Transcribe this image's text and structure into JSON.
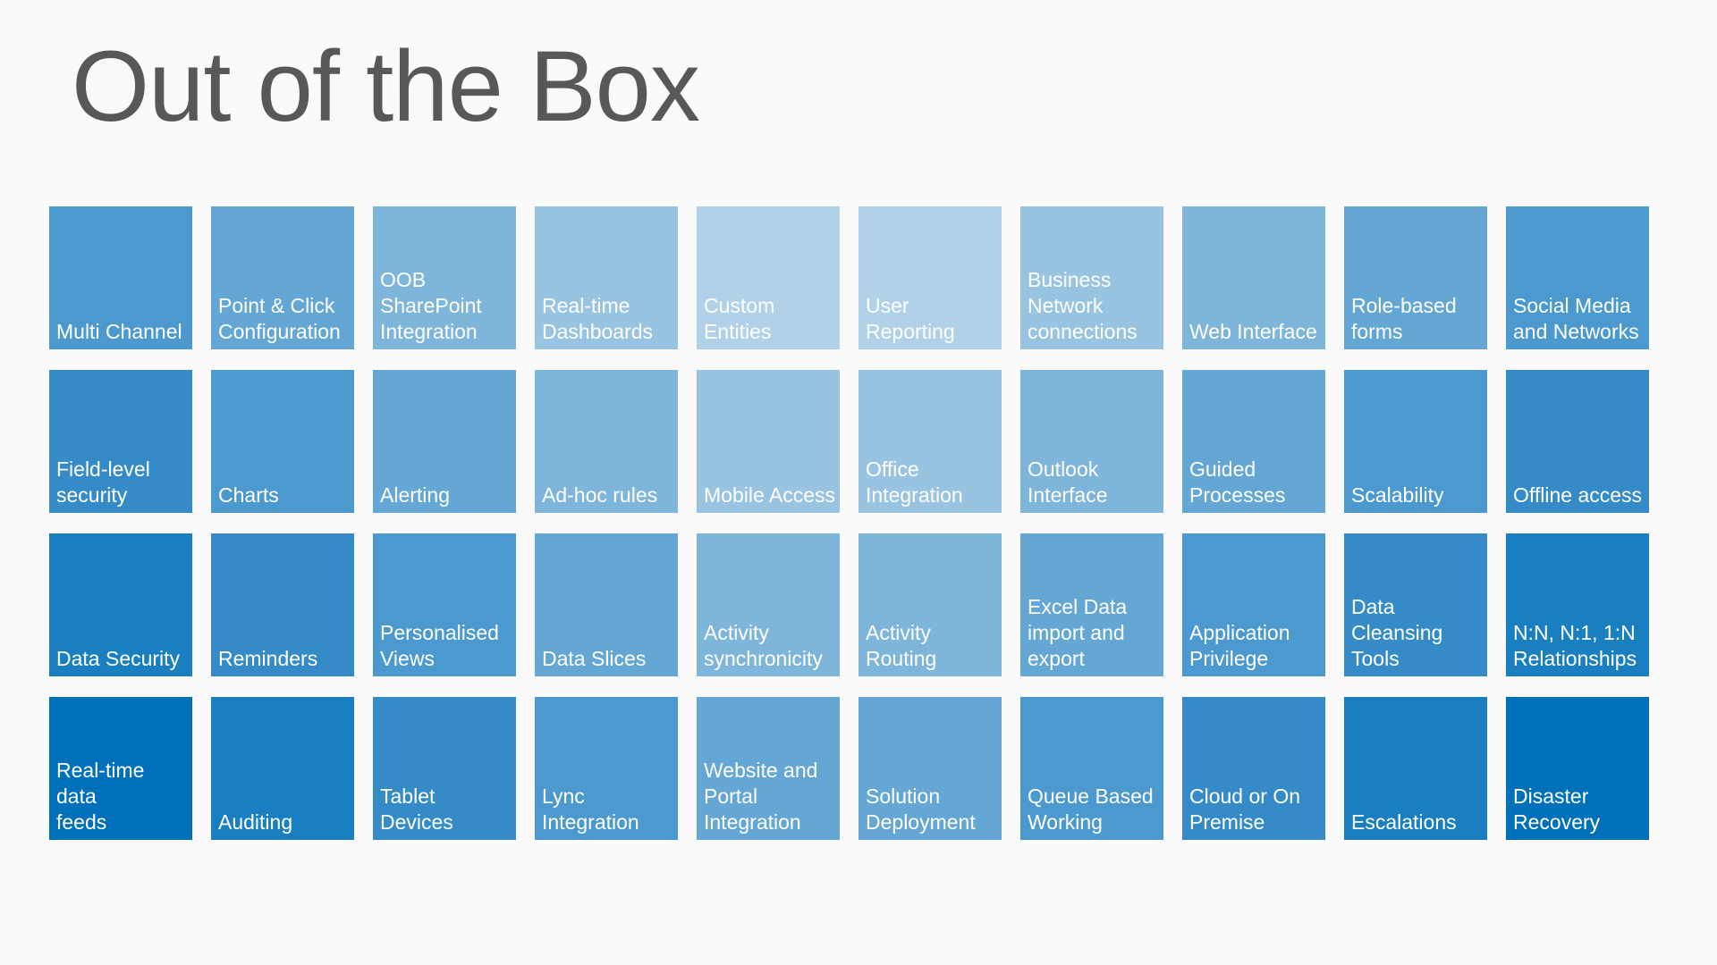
{
  "title": "Out of the Box",
  "palette": [
    "#0070bb",
    "#1a7fc1",
    "#348bc8",
    "#4b99ce",
    "#65a7d4",
    "#7eb5da",
    "#98c4e2",
    "#b0d1e8"
  ],
  "rows": [
    [
      {
        "label": "Multi Channel",
        "shade": 3
      },
      {
        "label": "Point & Click\nConfiguration",
        "shade": 4
      },
      {
        "label": "OOB\nSharePoint\nIntegration",
        "shade": 5
      },
      {
        "label": "Real-time\nDashboards",
        "shade": 6
      },
      {
        "label": "Custom\nEntities",
        "shade": 7
      },
      {
        "label": "User\nReporting",
        "shade": 7
      },
      {
        "label": "Business\nNetwork\nconnections",
        "shade": 6
      },
      {
        "label": "Web Interface",
        "shade": 5
      },
      {
        "label": "Role-based\nforms",
        "shade": 4
      },
      {
        "label": "Social Media\nand Networks",
        "shade": 3
      }
    ],
    [
      {
        "label": "Field-level\nsecurity",
        "shade": 2
      },
      {
        "label": "Charts",
        "shade": 3
      },
      {
        "label": "Alerting",
        "shade": 4
      },
      {
        "label": "Ad-hoc rules",
        "shade": 5
      },
      {
        "label": "Mobile Access",
        "shade": 6
      },
      {
        "label": "Office\nIntegration",
        "shade": 6
      },
      {
        "label": "Outlook\nInterface",
        "shade": 5
      },
      {
        "label": "Guided\nProcesses",
        "shade": 4
      },
      {
        "label": "Scalability",
        "shade": 3
      },
      {
        "label": "Offline access",
        "shade": 2
      }
    ],
    [
      {
        "label": "Data Security",
        "shade": 1
      },
      {
        "label": "Reminders",
        "shade": 2
      },
      {
        "label": "Personalised\nViews",
        "shade": 3
      },
      {
        "label": "Data Slices",
        "shade": 4
      },
      {
        "label": "Activity\nsynchronicity",
        "shade": 5
      },
      {
        "label": "Activity\nRouting",
        "shade": 5
      },
      {
        "label": "Excel Data\nimport and\nexport",
        "shade": 4
      },
      {
        "label": "Application\nPrivilege",
        "shade": 3
      },
      {
        "label": "Data\nCleansing\nTools",
        "shade": 2
      },
      {
        "label": "N:N, N:1, 1:N\nRelationships",
        "shade": 1
      }
    ],
    [
      {
        "label": "Real-time data\nfeeds",
        "shade": 0
      },
      {
        "label": "Auditing",
        "shade": 1
      },
      {
        "label": "Tablet Devices",
        "shade": 2
      },
      {
        "label": "Lync\nIntegration",
        "shade": 3
      },
      {
        "label": "Website and\nPortal\nIntegration",
        "shade": 4
      },
      {
        "label": "Solution\nDeployment",
        "shade": 4
      },
      {
        "label": "Queue Based\nWorking",
        "shade": 3
      },
      {
        "label": "Cloud or On\nPremise",
        "shade": 2
      },
      {
        "label": "Escalations",
        "shade": 1
      },
      {
        "label": "Disaster\nRecovery",
        "shade": 0
      }
    ]
  ]
}
